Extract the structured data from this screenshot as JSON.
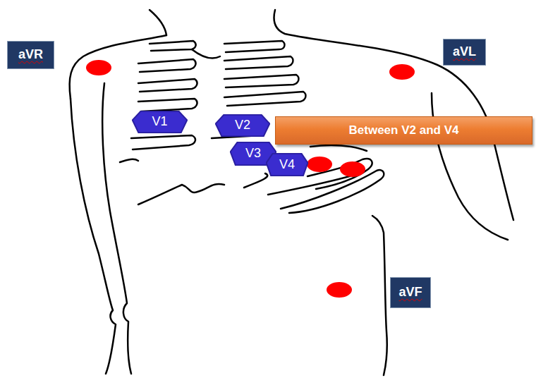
{
  "diagram": {
    "nodes": [
      {
        "text": [
          "aVR"
        ]
      },
      {
        "text": [
          "aVL"
        ]
      },
      {
        "text": [
          "V1"
        ]
      },
      {
        "text": [
          "V2"
        ]
      },
      {
        "text": [
          "Between V2 and V4"
        ]
      },
      {
        "text": [
          "V3"
        ]
      },
      {
        "text": [
          "V4"
        ]
      },
      {
        "text": [
          "aVF"
        ]
      }
    ]
  }
}
